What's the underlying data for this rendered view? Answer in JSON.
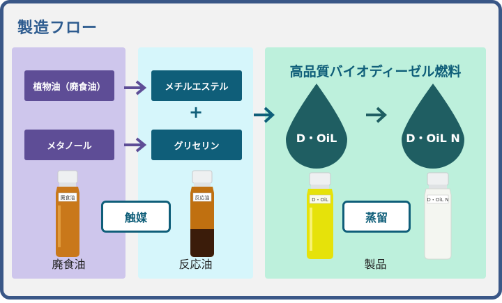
{
  "title": "製造フロー",
  "inputs": {
    "vegetable_oil": "植物油（廃食油）",
    "methanol": "メタノール"
  },
  "outputs": {
    "methyl_ester": "メチルエステル",
    "plus": "+",
    "glycerin": "グリセリン"
  },
  "catalyst": "触媒",
  "distillation": "蒸留",
  "product_title": "高品質バイオディーゼル燃料",
  "drops": {
    "d_oil": "D・OiL",
    "d_oil_n": "D・OiL N"
  },
  "bottle_labels": {
    "waste_oil": "廃食油",
    "reacted_oil": "反応油",
    "d_oil": "D・OiL",
    "d_oil_n": "D・OiL N"
  },
  "panels": {
    "waste_oil": "廃食油",
    "reaction_oil": "反応油",
    "product": "製品"
  },
  "colors": {
    "frame": "#3a5787",
    "panel_purple": "#cec6ec",
    "panel_cyan": "#d6f6fb",
    "panel_green": "#bdf0dc",
    "box_purple": "#5e4d96",
    "box_teal": "#0f5e79",
    "drop": "#1f5e62"
  }
}
